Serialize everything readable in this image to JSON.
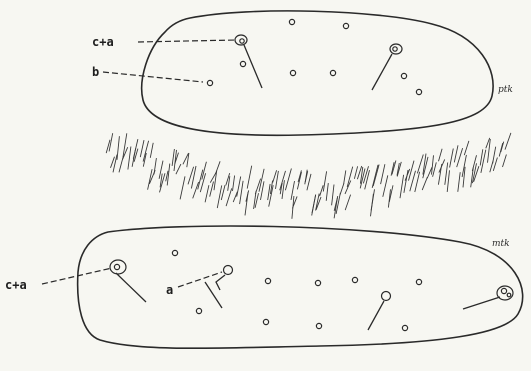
{
  "top_plate": {
    "tag": "ptk",
    "labels": {
      "ca": "c+a",
      "b": "b"
    }
  },
  "band": {
    "spine_count": 150
  },
  "bottom_plate": {
    "tag": "mtk",
    "labels": {
      "ca": "c+a",
      "a": "a"
    }
  }
}
